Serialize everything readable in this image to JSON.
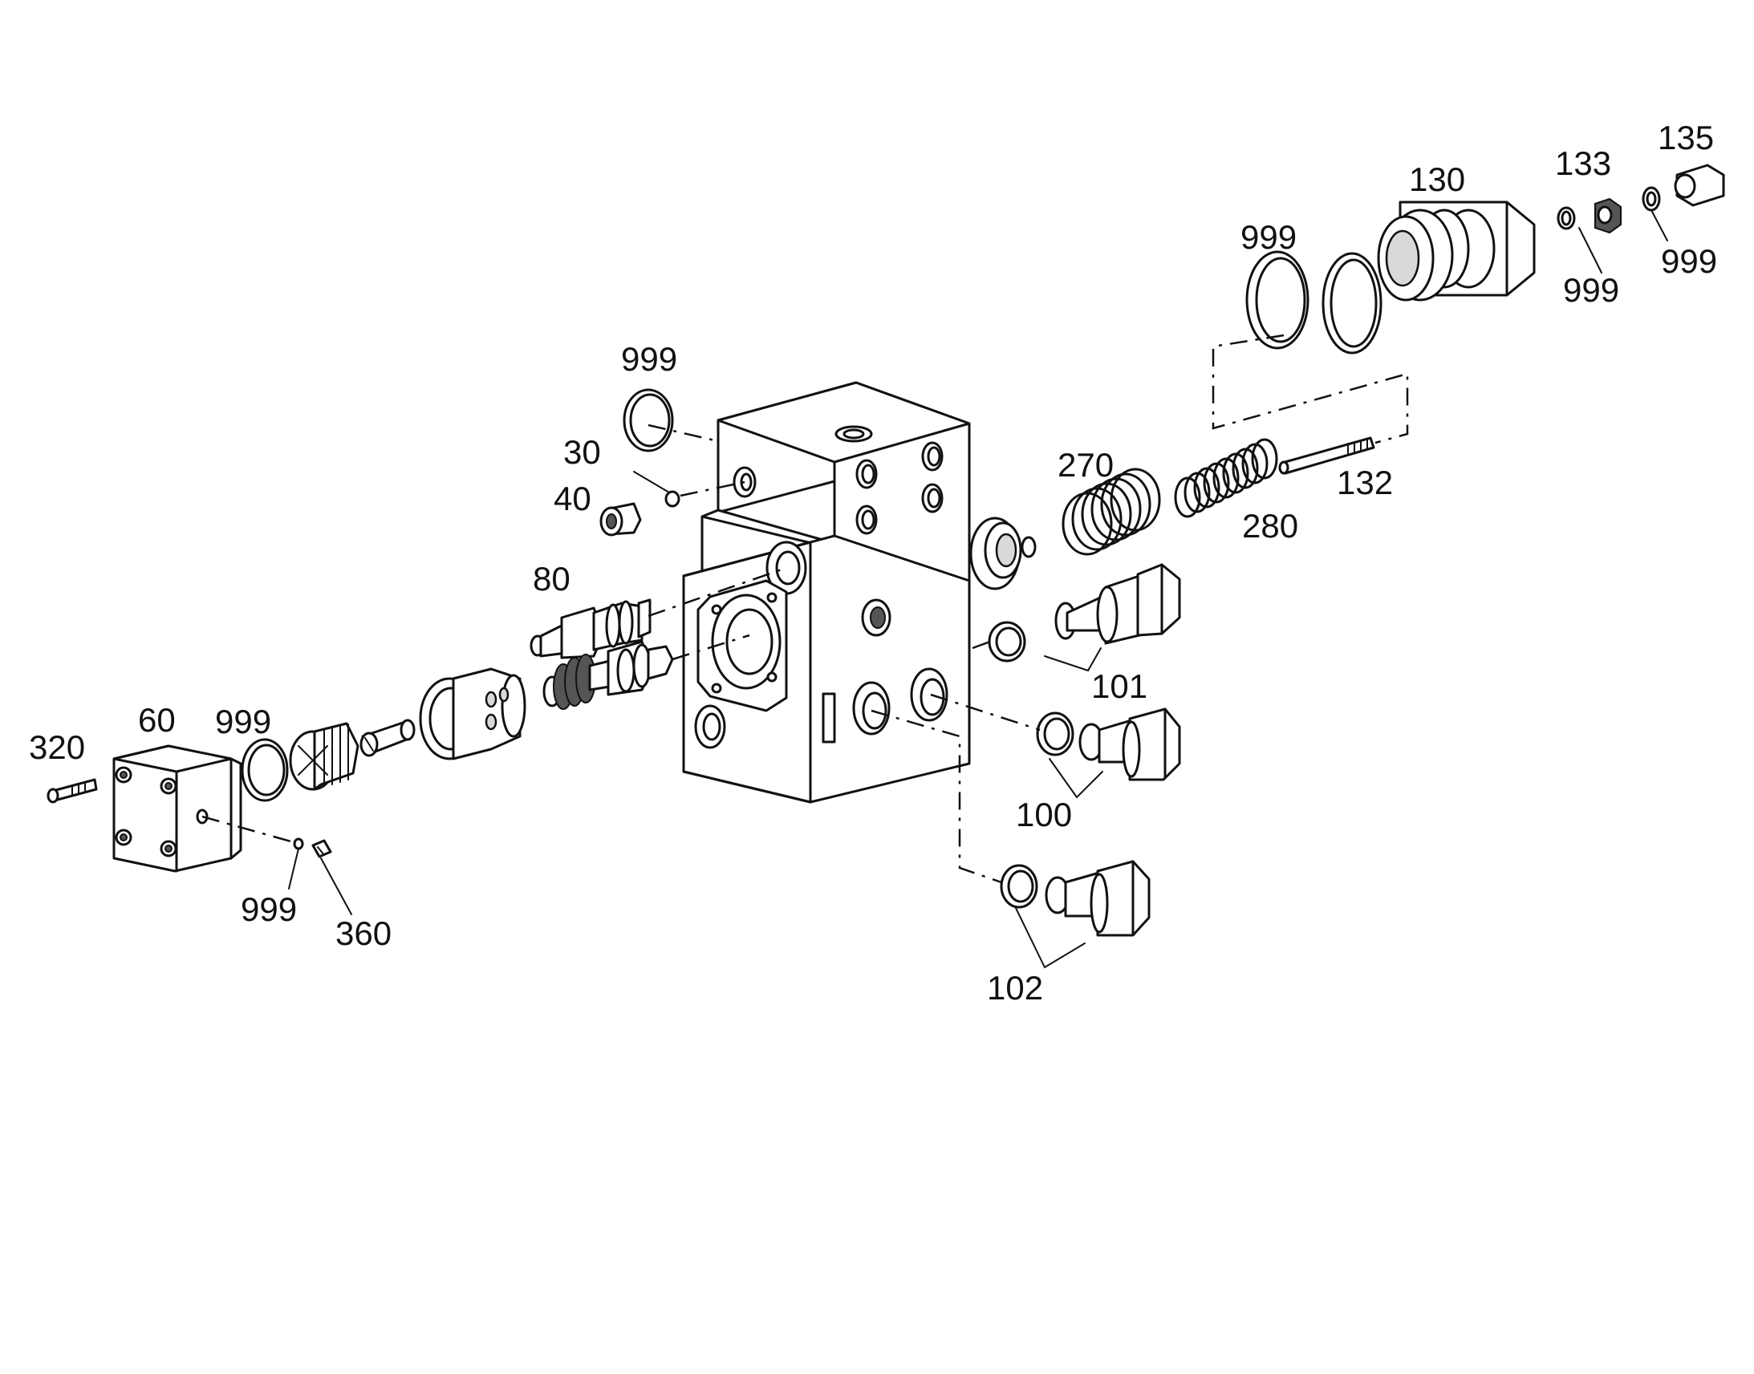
{
  "callouts": [
    {
      "key": "c135",
      "text": "135"
    },
    {
      "key": "c133",
      "text": "133"
    },
    {
      "key": "c130",
      "text": "130"
    },
    {
      "key": "c999_top",
      "text": "999"
    },
    {
      "key": "c999_133",
      "text": "999"
    },
    {
      "key": "c999_135",
      "text": "999"
    },
    {
      "key": "c999_block",
      "text": "999"
    },
    {
      "key": "c30",
      "text": "30"
    },
    {
      "key": "c40",
      "text": "40"
    },
    {
      "key": "c270",
      "text": "270"
    },
    {
      "key": "c132",
      "text": "132"
    },
    {
      "key": "c280",
      "text": "280"
    },
    {
      "key": "c80",
      "text": "80"
    },
    {
      "key": "c101",
      "text": "101"
    },
    {
      "key": "c320",
      "text": "320"
    },
    {
      "key": "c60",
      "text": "60"
    },
    {
      "key": "c999_60",
      "text": "999"
    },
    {
      "key": "c100",
      "text": "100"
    },
    {
      "key": "c999_bottom",
      "text": "999"
    },
    {
      "key": "c360",
      "text": "360"
    },
    {
      "key": "c102",
      "text": "102"
    }
  ],
  "labels": {
    "c135": "135",
    "c133": "133",
    "c130": "130",
    "c999_top": "999",
    "c999_133": "999",
    "c999_135": "999",
    "c999_block": "999",
    "c30": "30",
    "c40": "40",
    "c270": "270",
    "c132": "132",
    "c280": "280",
    "c80": "80",
    "c101": "101",
    "c320": "320",
    "c60": "60",
    "c999_60": "999",
    "c100": "100",
    "c999_bottom": "999",
    "c360": "360",
    "c102": "102"
  },
  "parts": [
    "valve-block",
    "end-cap-130",
    "nut-133",
    "cap-nut-135",
    "o-ring",
    "snap-ring",
    "spring-270",
    "spring-280",
    "pin-132",
    "valve-101",
    "plug-100",
    "plug-102",
    "cartridge-80",
    "spool",
    "sleeve",
    "piston",
    "filter",
    "cover-60",
    "screw-320",
    "screw-360",
    "plug-40",
    "ball-30"
  ]
}
